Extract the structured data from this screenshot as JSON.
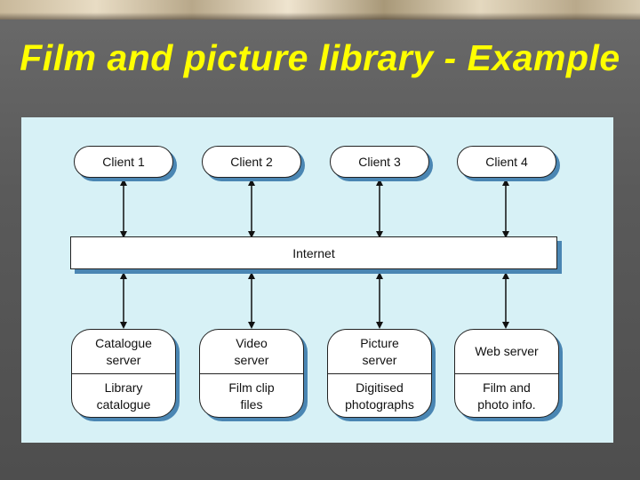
{
  "slide": {
    "title": "Film and picture library - Example"
  },
  "diagram": {
    "clients": [
      "Client 1",
      "Client 2",
      "Client 3",
      "Client 4"
    ],
    "network": "Internet",
    "servers": [
      {
        "name": "Catalogue\nserver",
        "content": "Library\ncatalogue"
      },
      {
        "name": "Video\nserver",
        "content": "Film clip\nfiles"
      },
      {
        "name": "Picture\nserver",
        "content": "Digitised\nphotographs"
      },
      {
        "name": "Web server",
        "content": "Film and\nphoto info."
      }
    ],
    "colors": {
      "panel": "#d7f1f6",
      "shadow": "#4a86b3",
      "title": "#ffff00"
    }
  }
}
